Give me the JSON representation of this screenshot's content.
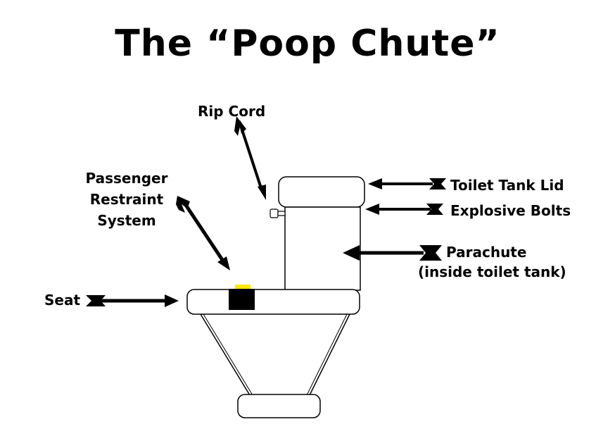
{
  "title": "The “Poop Chute”",
  "labels": {
    "rip_cord": "Rip Cord",
    "restraint_line1": "Passenger",
    "restraint_line2": "Restraint",
    "restraint_line3": "System",
    "seat": "Seat",
    "tank_lid": "Toilet Tank Lid",
    "explosive_bolts": "Explosive Bolts",
    "parachute_line1": "Parachute",
    "parachute_line2": "(inside toilet tank)"
  },
  "colors": {
    "ink": "#000000",
    "background": "#ffffff",
    "buckle_accent": "#ffe600"
  }
}
